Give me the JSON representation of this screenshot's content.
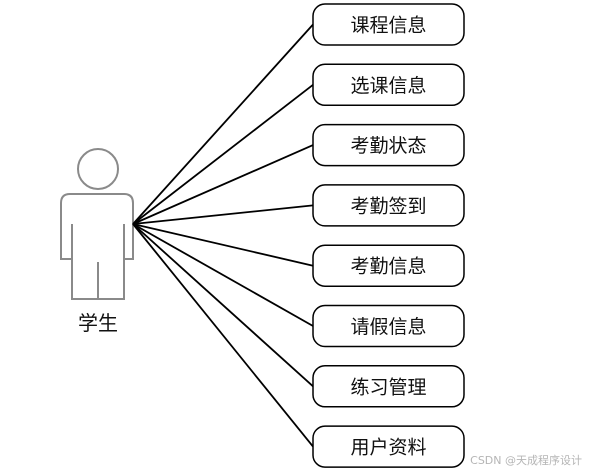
{
  "actor": {
    "label": "学生"
  },
  "use_cases": [
    "课程信息",
    "选课信息",
    "考勤状态",
    "考勤签到",
    "考勤信息",
    "请假信息",
    "练习管理",
    "用户资料"
  ],
  "watermark": "CSDN @天成程序设计"
}
